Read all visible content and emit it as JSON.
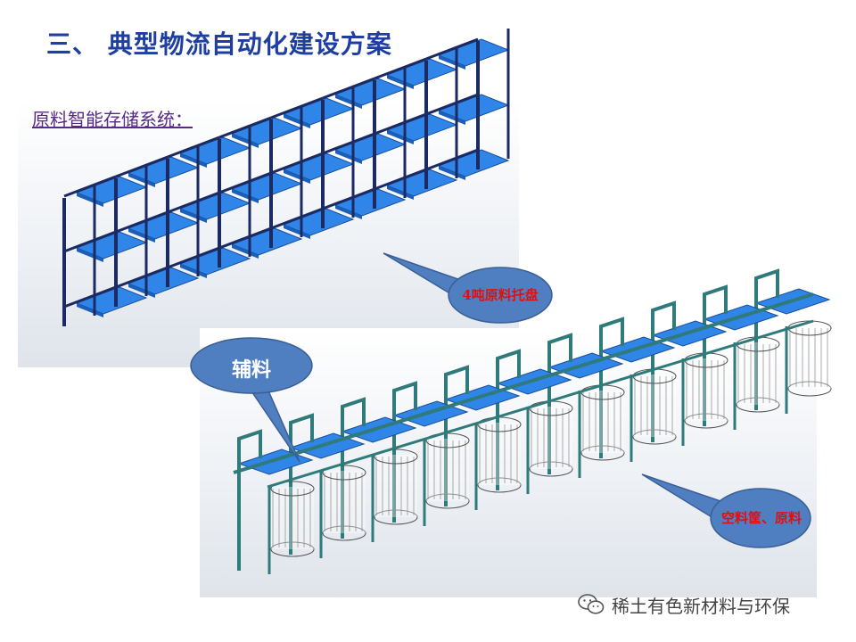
{
  "slide": {
    "title": "三、 典型物流自动化建设方案",
    "subtitle": "原料智能存储系统："
  },
  "callouts": {
    "pallet": "4吨原料托盘",
    "auxiliary": "辅料",
    "empty_bins": "空料筐、原料"
  },
  "watermark": {
    "text": "稀土有色新材料与环保",
    "icon": "wechat-icon"
  },
  "colors": {
    "title": "#1f3fa0",
    "subtitle": "#5a2a8a",
    "rack_frame": "#1c2a63",
    "pallet_blue": "#2f86e8",
    "conveyor_frame": "#2f7a7a",
    "callout_fill": "#4f7fc0",
    "callout_text_red": "#e01010"
  }
}
